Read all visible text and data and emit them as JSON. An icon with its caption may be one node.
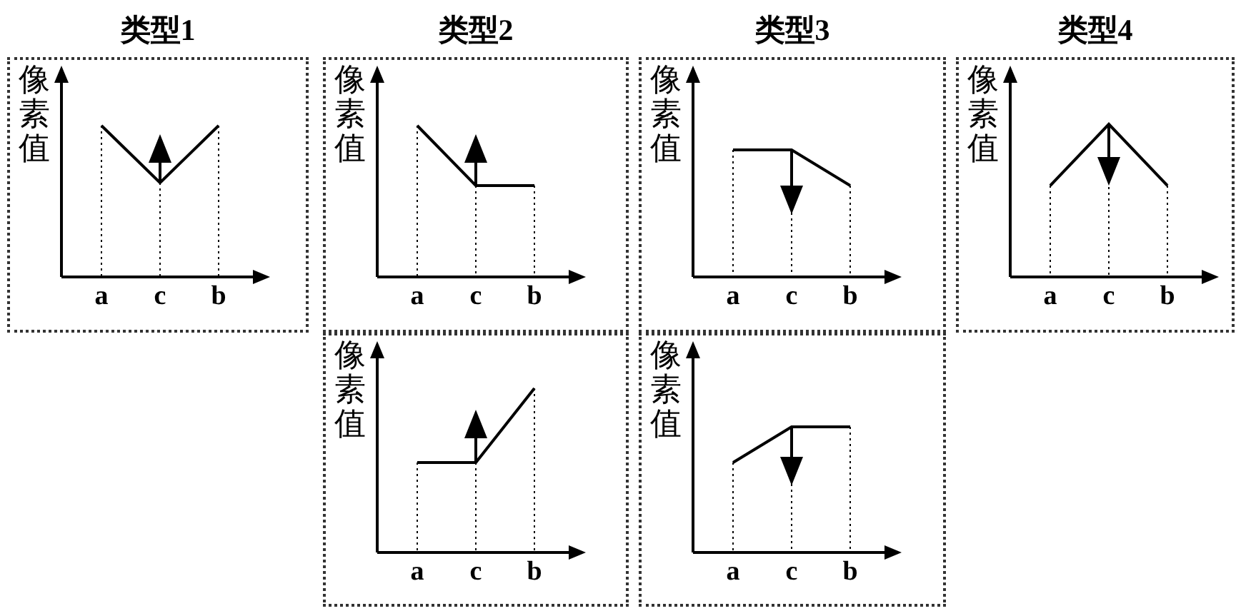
{
  "diagram": {
    "nodes": [
      {
        "text": [
          "类型1",
          "像素值",
          "a",
          "c",
          "b"
        ]
      },
      {
        "text": [
          "类型2",
          "像素值",
          "a",
          "c",
          "b"
        ]
      },
      {
        "text": [
          "像素值",
          "a",
          "c",
          "b"
        ]
      },
      {
        "text": [
          "类型3",
          "像素值",
          "a",
          "c",
          "b"
        ]
      },
      {
        "text": [
          "像素值",
          "a",
          "c",
          "b"
        ]
      },
      {
        "text": [
          "类型4",
          "像素值",
          "a",
          "c",
          "b"
        ]
      }
    ]
  }
}
